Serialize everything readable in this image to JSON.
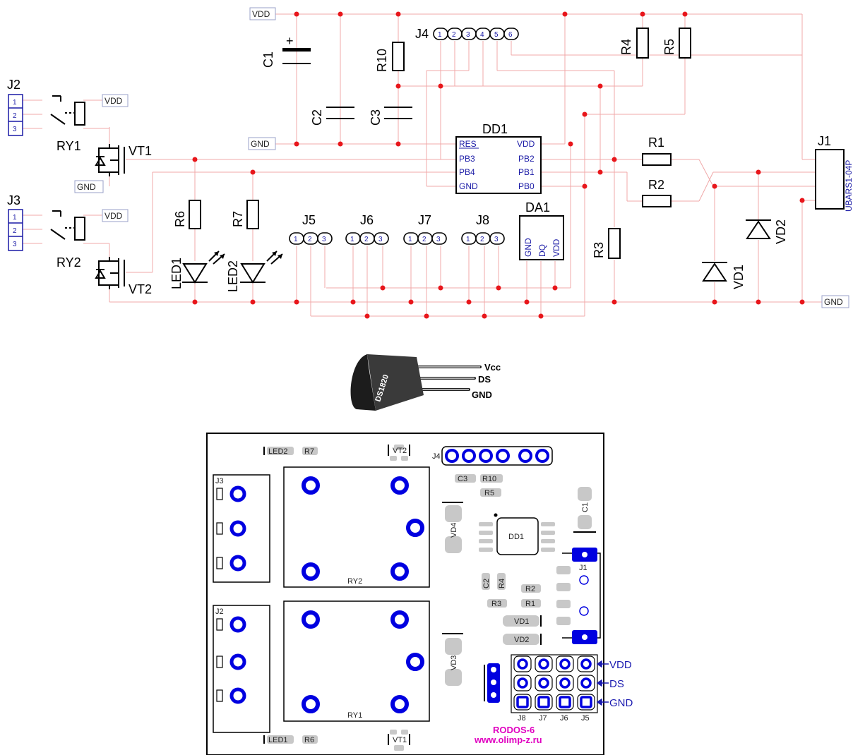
{
  "nets": {
    "vdd": "VDD",
    "gnd": "GND"
  },
  "refs": {
    "c1": "C1",
    "c2": "C2",
    "c3": "C3",
    "r10": "R10",
    "j4": "J4",
    "r4": "R4",
    "r5": "R5",
    "j2": "J2",
    "j3": "J3",
    "ry1": "RY1",
    "ry2": "RY2",
    "vt1": "VT1",
    "vt2": "VT2",
    "r6": "R6",
    "r7": "R7",
    "led1": "LED1",
    "led2": "LED2",
    "j5": "J5",
    "j6": "J6",
    "j7": "J7",
    "j8": "J8",
    "dd1": "DD1",
    "da1": "DA1",
    "r1": "R1",
    "r2": "R2",
    "r3": "R3",
    "vd1": "VD1",
    "vd2": "VD2",
    "j1": "J1",
    "j1_part": "UBARS1-04P"
  },
  "dd1_pins": {
    "res": "RES",
    "pb3": "PB3",
    "pb4": "PB4",
    "gnd": "GND",
    "vdd": "VDD",
    "pb2": "PB2",
    "pb1": "PB1",
    "pb0": "PB0"
  },
  "da1_pins": {
    "gnd": "GND",
    "dq": "DQ",
    "vdd": "VDD"
  },
  "header_pins": {
    "p1": "1",
    "p2": "2",
    "p3": "3",
    "p4": "4",
    "p5": "5",
    "p6": "6"
  },
  "sensor": {
    "body": "DS1820",
    "vcc": "Vcc",
    "ds": "DS",
    "gnd": "GND"
  },
  "pcb": {
    "led2": "LED2",
    "r7": "R7",
    "vt2": "VT2",
    "j4": "J4",
    "c3": "C3",
    "r10": "R10",
    "r5": "R5",
    "j3": "J3",
    "ry2": "RY2",
    "vd4": "VD4",
    "dd1": "DD1",
    "c1": "C1",
    "j1": "J1",
    "c2": "C2",
    "r4": "R4",
    "r2": "R2",
    "r3": "R3",
    "r1": "R1",
    "j2": "J2",
    "vd1": "VD1",
    "vd2": "VD2",
    "vd3": "VD3",
    "ry1": "RY1",
    "j8": "J8",
    "j7": "J7",
    "j6": "J6",
    "j5": "J5",
    "sig_vdd": "VDD",
    "sig_ds": "DS",
    "sig_gnd": "GND",
    "brand_name": "RODOS-6",
    "brand_url": "www.olimp-z.ru",
    "led1": "LED1",
    "r6": "R6",
    "vt1": "VT1"
  },
  "colors": {
    "wire": "#f0a8a8",
    "node": "#e8161b",
    "pin_text": "#1a1aa6",
    "pcb_ring": "#0000e0",
    "brand": "#e000c0"
  }
}
